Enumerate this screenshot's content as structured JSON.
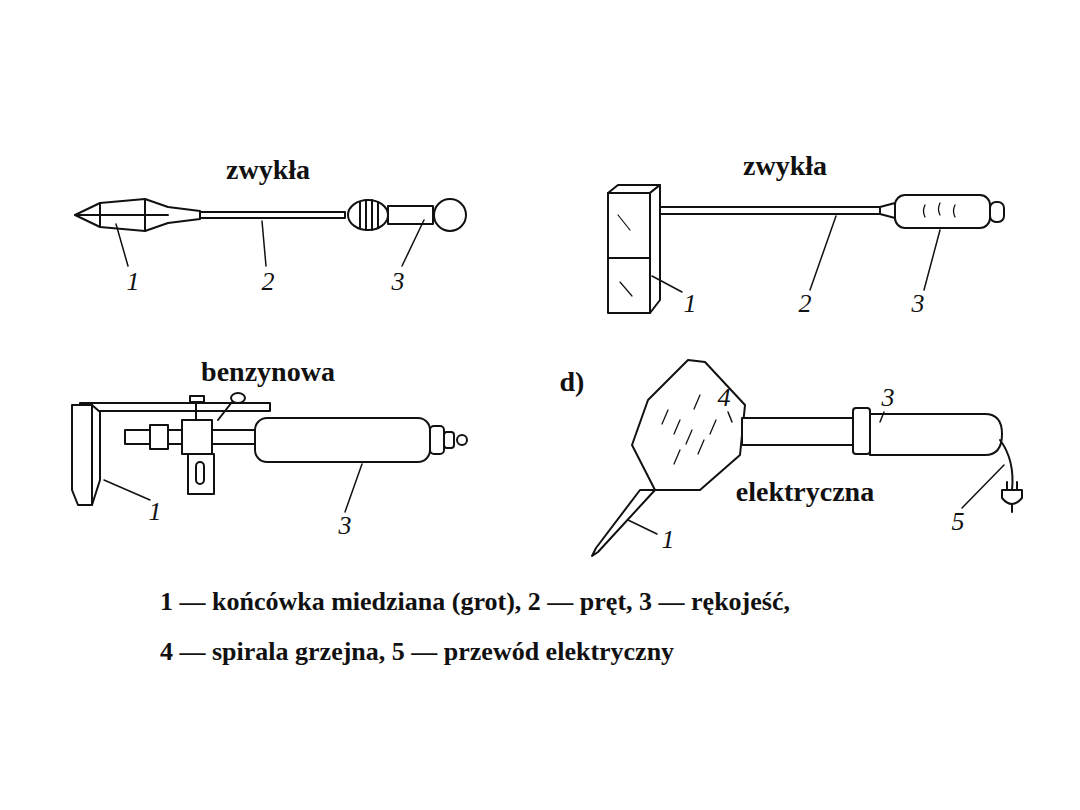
{
  "diagram": {
    "labels": [
      "zwykła",
      "1",
      "2",
      "3",
      "zwykła",
      "1",
      "2",
      "3",
      "benzynowa",
      "1",
      "3",
      "d)",
      "4",
      "3",
      "elektryczna",
      "1",
      "5",
      "1 — końcówka miedziana (grot), 2 — pręt, 3 — rękojeść,",
      "4 — spirala grzejna, 5 — przewód elektryczny"
    ]
  }
}
